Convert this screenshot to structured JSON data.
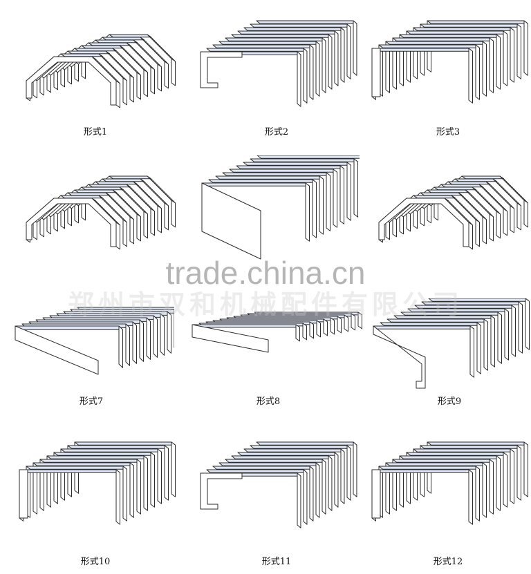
{
  "figures": [
    {
      "id": "f1",
      "label": "形式1",
      "kind": "gable-hook"
    },
    {
      "id": "f2",
      "label": "形式2",
      "kind": "flat-cframe"
    },
    {
      "id": "f3",
      "label": "形式3",
      "kind": "flat-legs"
    },
    {
      "id": "f4",
      "label": "",
      "kind": "gable-hook"
    },
    {
      "id": "f5",
      "label": "",
      "kind": "flat-window"
    },
    {
      "id": "f6",
      "label": "",
      "kind": "gable-hook"
    },
    {
      "id": "f7",
      "label": "形式7",
      "kind": "flat-plate"
    },
    {
      "id": "f8",
      "label": "形式8",
      "kind": "low-flange"
    },
    {
      "id": "f9",
      "label": "形式9",
      "kind": "flat-hook"
    },
    {
      "id": "f10",
      "label": "形式10",
      "kind": "flat-legs"
    },
    {
      "id": "f11",
      "label": "形式11",
      "kind": "flat-cframe"
    },
    {
      "id": "f12",
      "label": "形式12",
      "kind": "flat-legs"
    }
  ],
  "watermark": {
    "main": "trade.china.cn",
    "sub": "郑州市双和机械配件有限公司"
  },
  "colors": {
    "stroke": "#2b2b2b",
    "top_face": "#dfe6f4",
    "side_face": "#ffffff"
  }
}
